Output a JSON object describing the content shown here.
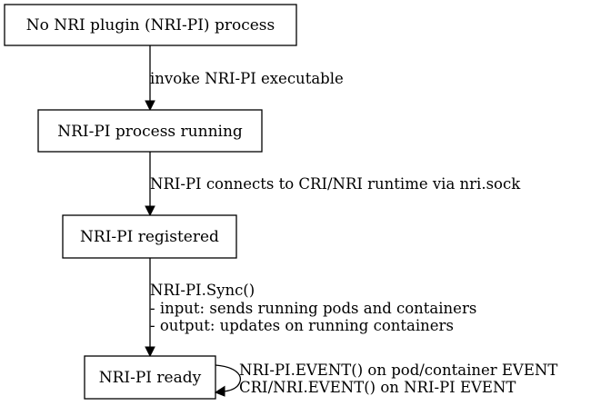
{
  "nodes": {
    "start": "No NRI plugin (NRI-PI) process",
    "running": "NRI-PI process running",
    "registered": "NRI-PI registered",
    "ready": "NRI-PI ready"
  },
  "edges": {
    "invoke": "invoke NRI-PI executable",
    "connect": "NRI-PI connects to CRI/NRI runtime via nri.sock",
    "sync": {
      "line1": "NRI-PI.Sync()",
      "line2": "- input: sends running pods and containers",
      "line3": "- output: updates on running containers"
    },
    "event": {
      "line1": "NRI-PI.EVENT() on pod/container EVENT",
      "line2": "CRI/NRI.EVENT() on NRI-PI EVENT"
    }
  }
}
